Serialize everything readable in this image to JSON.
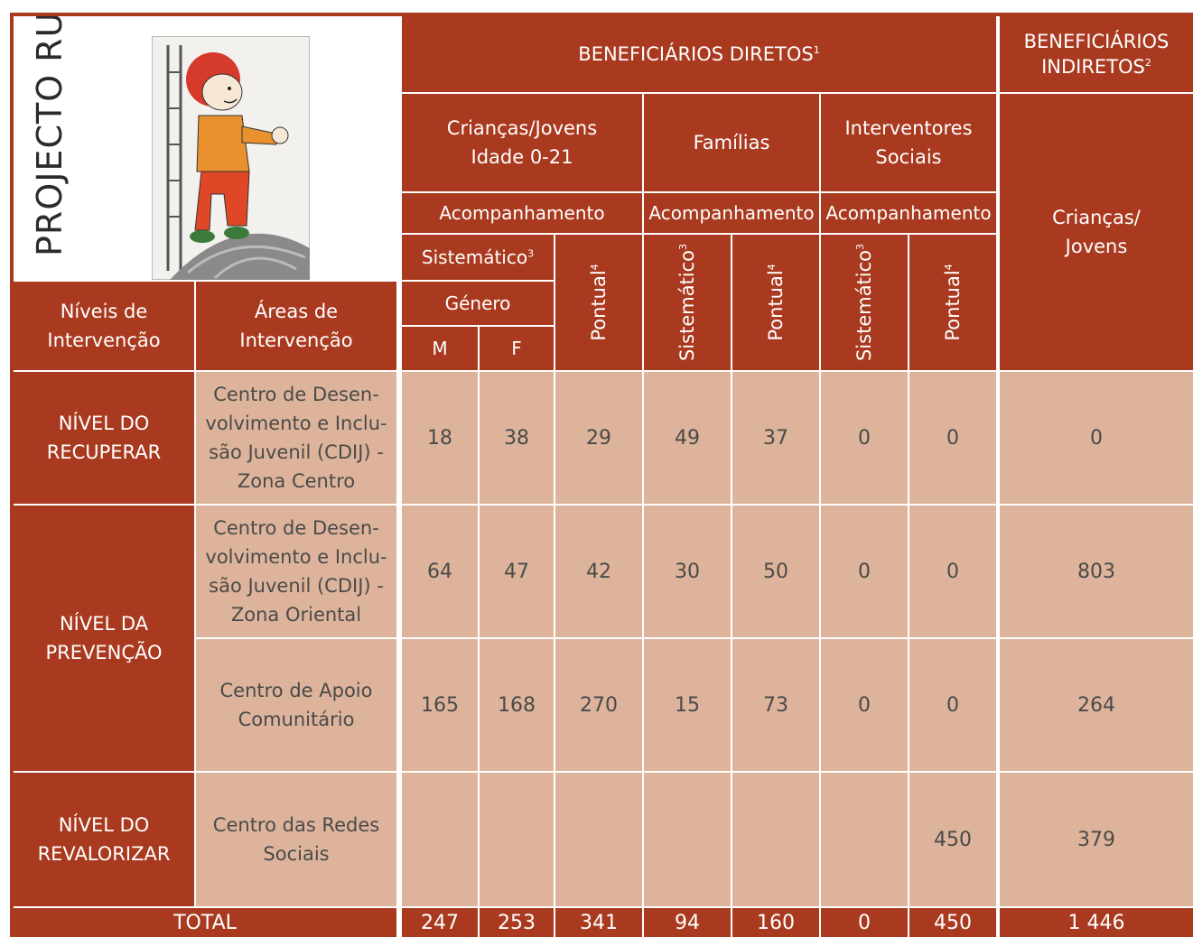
{
  "logo": {
    "text": "PROJECTO RUA"
  },
  "header": {
    "beneficiarios_diretos": "BENEFICIÁRIOS DIRETOS",
    "beneficiarios_diretos_sup": "1",
    "beneficiarios_indiretos": "BENEFICIÁRIOS INDIRETOS",
    "beneficiarios_indiretos_sup": "2",
    "criancas_jovens_idade": "Crianças/Jovens Idade 0-21",
    "familias": "Famílias",
    "interventores_sociais": "Interventores Sociais",
    "acompanhamento": "Acompanhamento",
    "sistematico": "Sistemático",
    "sistematico_sup": "3",
    "pontual": "Pontual",
    "pontual_sup": "4",
    "genero": "Género",
    "m": "M",
    "f": "F",
    "criancas_jovens": "Crianças/ Jovens",
    "niveis_intervencao": "Níveis de Intervenção",
    "areas_intervencao": "Áreas de Intervenção"
  },
  "levels": {
    "recuperar": "NÍVEL DO RECUPERAR",
    "prevencao": "NÍVEL DA PREVENÇÃO",
    "revalorizar": "NÍVEL DO REVALORIZAR"
  },
  "rows": [
    {
      "area": "Centro de Desen- volvimento e Inclu- são Juvenil (CDIJ) - Zona Centro",
      "m": "18",
      "f": "38",
      "pontual": "29",
      "fam_sist": "49",
      "fam_pont": "37",
      "int_sist": "0",
      "int_pont": "0",
      "indiretos": "0"
    },
    {
      "area": "Centro de Desen- volvimento e Inclu- são Juvenil (CDIJ) - Zona Oriental",
      "m": "64",
      "f": "47",
      "pontual": "42",
      "fam_sist": "30",
      "fam_pont": "50",
      "int_sist": "0",
      "int_pont": "0",
      "indiretos": "803"
    },
    {
      "area": "Centro de Apoio Comunitário",
      "m": "165",
      "f": "168",
      "pontual": "270",
      "fam_sist": "15",
      "fam_pont": "73",
      "int_sist": "0",
      "int_pont": "0",
      "indiretos": "264"
    },
    {
      "area": "Centro das Redes Sociais",
      "m": "",
      "f": "",
      "pontual": "",
      "fam_sist": "",
      "fam_pont": "",
      "int_sist": "",
      "int_pont": "450",
      "indiretos": "379"
    }
  ],
  "total": {
    "label": "TOTAL",
    "m": "247",
    "f": "253",
    "pontual": "341",
    "fam_sist": "94",
    "fam_pont": "160",
    "int_sist": "0",
    "int_pont": "450",
    "indiretos": "1 446"
  },
  "colors": {
    "dark": "#a93a1f",
    "light": "#ddb49b"
  }
}
